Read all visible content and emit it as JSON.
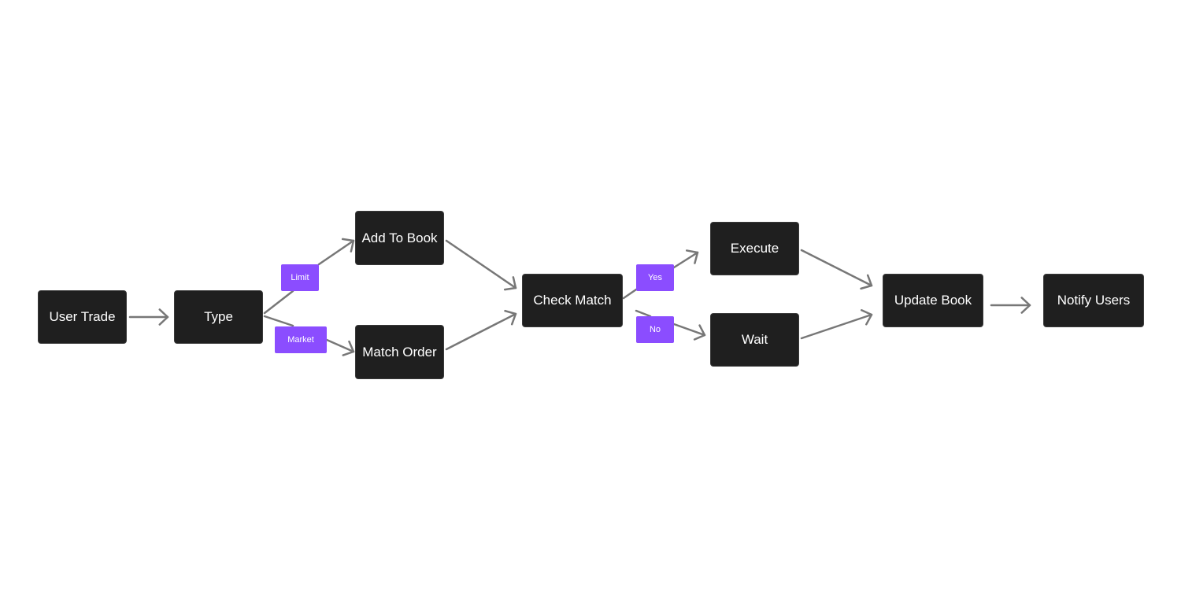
{
  "colors": {
    "background": "#ffffff",
    "node_fill": "#1f1f1f",
    "label_fill": "#8b4dff",
    "edge": "#777777"
  },
  "nodes": {
    "user_trade": "User Trade",
    "type": "Type",
    "add_to_book": "Add To Book",
    "match_order": "Match Order",
    "check_match": "Check Match",
    "execute": "Execute",
    "wait": "Wait",
    "update_book": "Update Book",
    "notify_users": "Notify Users"
  },
  "edge_labels": {
    "limit": "Limit",
    "market": "Market",
    "yes": "Yes",
    "no": "No"
  },
  "edges": [
    {
      "from": "user_trade",
      "to": "type"
    },
    {
      "from": "type",
      "to": "add_to_book",
      "label": "limit"
    },
    {
      "from": "type",
      "to": "match_order",
      "label": "market"
    },
    {
      "from": "add_to_book",
      "to": "check_match"
    },
    {
      "from": "match_order",
      "to": "check_match"
    },
    {
      "from": "check_match",
      "to": "execute",
      "label": "yes"
    },
    {
      "from": "check_match",
      "to": "wait",
      "label": "no"
    },
    {
      "from": "execute",
      "to": "update_book"
    },
    {
      "from": "wait",
      "to": "update_book"
    },
    {
      "from": "update_book",
      "to": "notify_users"
    }
  ]
}
